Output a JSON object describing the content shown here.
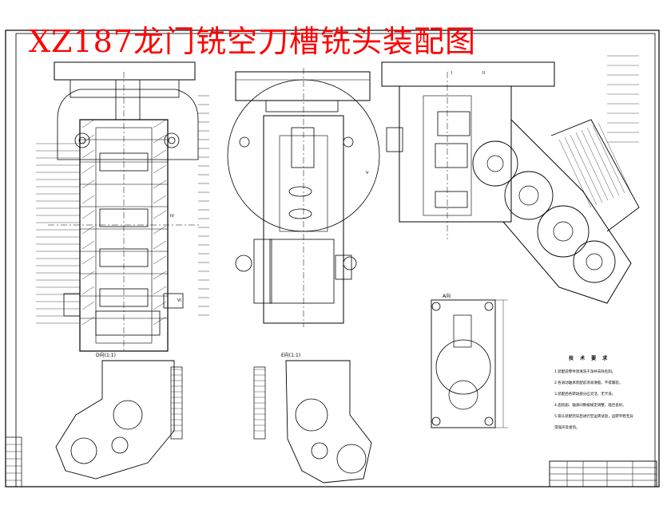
{
  "drawing": {
    "title": "XZ187龙门铣空刀槽铣头装配图",
    "title_color": "#ff0000",
    "line_color": "#000000",
    "dimension_color": "#333333",
    "technical_requirements": {
      "heading": "技 术 要 求",
      "notes": [
        "1.装配前零件须清洗干净并去除毛刺。",
        "2.各滚动轴承装配前涂润滑脂，不得漏装。",
        "3.装配后各转动部分应灵活，无卡滞。",
        "4.齿轮副、轴承间隙按规定调整，啮合良好。",
        "5.铣头装配完毕后进行空运转试验，运转平稳无异",
        "常噪声及发热。"
      ]
    },
    "section_labels": {
      "view_a": "A向",
      "view_d": "D向(1:1)",
      "view_e": "E向(1:1)",
      "section_iv": "IV",
      "section_v": "V",
      "section_vi": "VI",
      "section_i": "I",
      "section_ii": "II"
    }
  }
}
